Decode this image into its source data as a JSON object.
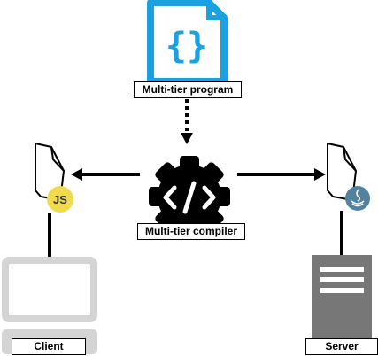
{
  "labels": {
    "program": "Multi-tier program",
    "compiler": "Multi-tier compiler",
    "client": "Client",
    "server": "Server",
    "js_badge": "JS"
  },
  "colors": {
    "program_icon": "#1ba1e2",
    "js_badge": "#f0db4f",
    "java_badge": "#5382a1",
    "monitor": "#d4d4d4",
    "server": "#777777",
    "compiler": "#000000"
  },
  "icons": {
    "program": "source-code-file-icon",
    "compiler": "code-gear-icon",
    "client_file": "javascript-file-icon",
    "server_file": "java-file-icon",
    "client_machine": "desktop-computer-icon",
    "server_machine": "server-tower-icon"
  }
}
